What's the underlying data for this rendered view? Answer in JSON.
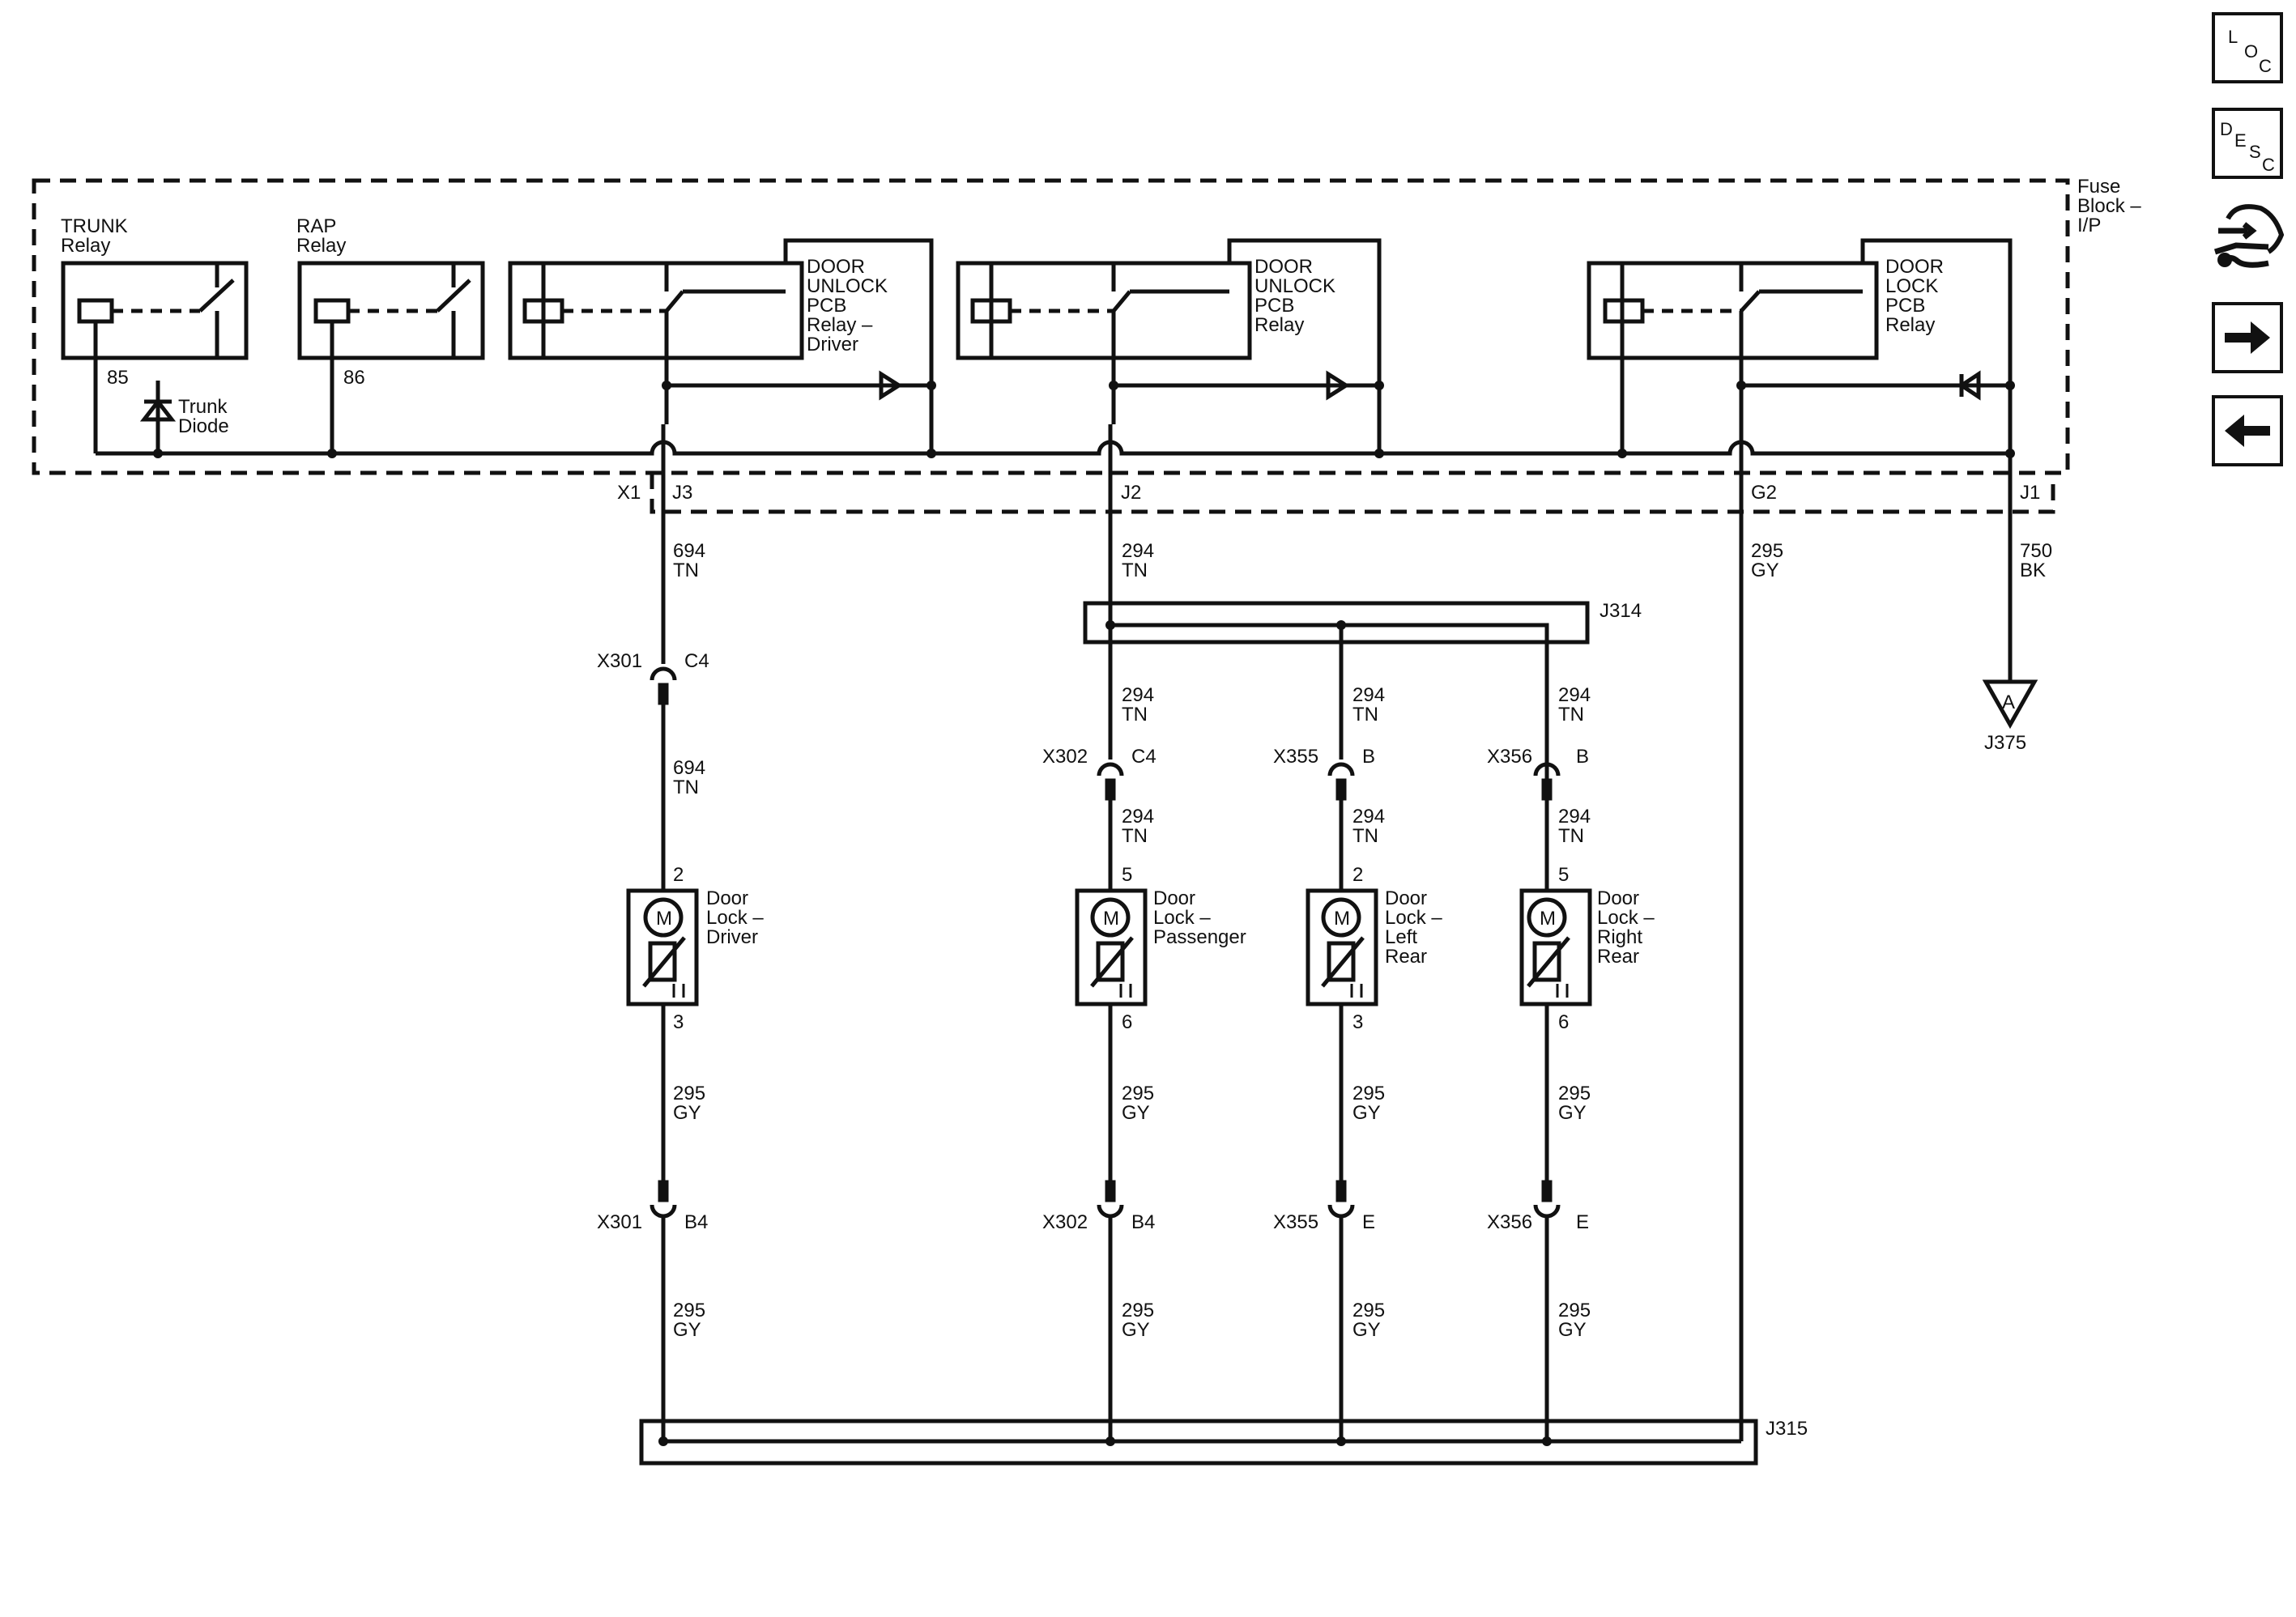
{
  "nav": {
    "loc": {
      "l1": "L",
      "l2": "O",
      "l3": "C"
    },
    "desc": {
      "l1": "D",
      "l2": "E",
      "l3": "S",
      "l4": "C"
    },
    "service_icon": "car-wrench-icon",
    "next_icon": "arrow-right-icon",
    "prev_icon": "arrow-left-icon"
  },
  "fuse_block": {
    "l1": "Fuse",
    "l2": "Block –",
    "l3": "I/P"
  },
  "relays": {
    "trunk": {
      "l1": "TRUNK",
      "l2": "Relay",
      "pin": "85"
    },
    "rap": {
      "l1": "RAP",
      "l2": "Relay",
      "pin": "86"
    },
    "unlock_driver": {
      "l1": "DOOR",
      "l2": "UNLOCK",
      "l3": "PCB",
      "l4": "Relay –",
      "l5": "Driver"
    },
    "unlock": {
      "l1": "DOOR",
      "l2": "UNLOCK",
      "l3": "PCB",
      "l4": "Relay"
    },
    "lock": {
      "l1": "DOOR",
      "l2": "LOCK",
      "l3": "PCB",
      "l4": "Relay"
    }
  },
  "trunk_diode": {
    "l1": "Trunk",
    "l2": "Diode"
  },
  "connector_pins": {
    "x1": "X1",
    "j3": "J3",
    "j2": "J2",
    "g2": "G2",
    "j1": "J1"
  },
  "wires": {
    "w694": {
      "num": "694",
      "color": "TN"
    },
    "w294": {
      "num": "294",
      "color": "TN"
    },
    "w295": {
      "num": "295",
      "color": "GY"
    },
    "w750": {
      "num": "750",
      "color": "BK"
    }
  },
  "splices": {
    "j314": "J314",
    "j315": "J315"
  },
  "ground": {
    "letter": "A",
    "label": "J375"
  },
  "connectors": {
    "x301": "X301",
    "x302": "X302",
    "x355": "X355",
    "x356": "X356",
    "c4": "C4",
    "b": "B",
    "b4": "B4",
    "e": "E"
  },
  "motors": {
    "driver": {
      "l1": "Door",
      "l2": "Lock –",
      "l3": "Driver",
      "pin_top": "2",
      "pin_bottom": "3"
    },
    "passenger": {
      "l1": "Door",
      "l2": "Lock –",
      "l3": "Passenger",
      "pin_top": "5",
      "pin_bottom": "6"
    },
    "left_rear": {
      "l1": "Door",
      "l2": "Lock –",
      "l3": "Left",
      "l4": "Rear",
      "pin_top": "2",
      "pin_bottom": "3"
    },
    "right_rear": {
      "l1": "Door",
      "l2": "Lock –",
      "l3": "Right",
      "l4": "Rear",
      "pin_top": "5",
      "pin_bottom": "6"
    },
    "motor_symbol": "M"
  }
}
